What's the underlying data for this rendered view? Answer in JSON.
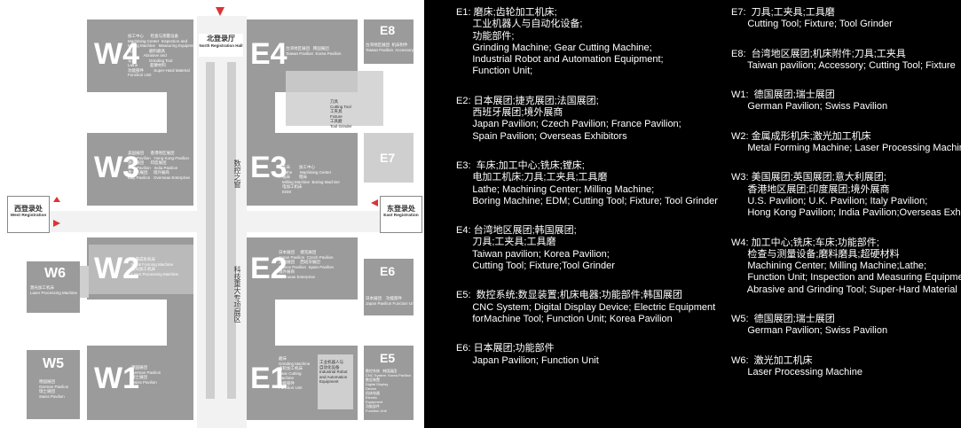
{
  "map": {
    "halls": {
      "W4": "W4",
      "W3": "W3",
      "W2": "W2",
      "W1": "W1",
      "W5": "W5",
      "W6": "W6",
      "E1": "E1",
      "E2": "E2",
      "E3": "E3",
      "E4": "E4",
      "E5": "E5",
      "E6": "E6",
      "E7": "E7",
      "E8": "E8"
    },
    "north_hall": {
      "cn": "北登录厅",
      "en": "North Registration Hall"
    },
    "west_reg": {
      "cn": "西登录处",
      "en": "West Registration"
    },
    "east_reg": {
      "cn": "东登录处",
      "en": "East Registration"
    },
    "vertical_text": {
      "tech": "科技重大专项展区",
      "edu": "数控之窗"
    },
    "small_labels": {
      "w4": "加工中心      检查与测量设备\nMachining Center  Inspection and\nMilling Machine   Measuring Equipment\n铣床            磨料磨具\n              Abrasive and\n车床            Grinding Tool\nLathe           超硬材料\n功能部件         Super-Hard Material\nFunction Unit",
      "w3": "美国展团      香港地区展团\nU.S. Pavilion   Hong Kong Pavilion\n英国展团      印度展团\nU.K. Pavilion   India Pavilion\n意大利展团     境外展商\nItaly Pavilion   Overseas Enterprise",
      "w2": "金属成形机床\nMetal Forming Machine\n激光加工机床\nLaser Processing Machine",
      "w1": "德国展团\nGerman Pavilion\n瑞士展团\nSwiss Pavilion",
      "w5": "德国展团\nGerman Pavilion\n瑞士展团\nSwiss Pavilion",
      "w6": "激光加工机床\nLaser Processing Machine",
      "e4": "台湾地区展团   韩国展团\nTaiwan Pavilion  Korea Pavilion",
      "e4tools": "刀具\nCutting Tool\n工夹具\nFixture\n工具磨\nTool Grinder",
      "e3": "车床        加工中心\nLathe       Machining Center\n铣床        镗床\nMilling Machine  Boring Machine\n电加工机床\nEDM",
      "e2": "日本展团     捷克展团\nJapan Pavilion  Czech Pavilion\n法国展团     西班牙展团\nFrance Pavilion  Spain Pavilion\n境外展商\nOverseas Enterprise",
      "e1": "磨床\nGrinding Machine\n齿轮加工机床\nGear Cutting\nMachine\n功能部件\nFunction Unit",
      "e1b": "工业机器人与\n自动化设备\nIndustrial Robot\nand Automation\nEquipment",
      "e5": "数控系统   韩国展团\nCNC System  Korea Pavilion\n数显装置\nDigital Display\nDevice\n机床电器\nElectric\nEquipment\n功能部件\nFunction Unit",
      "e6": "日本展团    功能部件\nJapan Pavilion Function Unit",
      "e8": "台湾地区展团  机床附件\nTaiwan Pavilion  Accessory"
    }
  },
  "legend": {
    "left": [
      {
        "id": "e1",
        "lines": [
          "E1: 磨床;齿轮加工机床;",
          "      工业机器人与自动化设备;",
          "      功能部件;",
          "      Grinding Machine; Gear Cutting Machine;",
          "      Industrial Robot and Automation Equipment;",
          "      Function Unit;"
        ]
      },
      {
        "id": "e2",
        "lines": [
          "E2: 日本展团;捷克展团;法国展团;",
          "      西班牙展团;境外展商",
          "      Japan Pavilion; Czech Pavilion; France Pavilion;",
          "      Spain Pavilion; Overseas Exhibitors"
        ]
      },
      {
        "id": "e3",
        "lines": [
          "E3:  车床;加工中心;铣床;镗床;",
          "      电加工机床;刀具;工夹具;工具磨",
          "      Lathe; Machining Center; Milling Machine;",
          "      Boring Machine; EDM; Cutting Tool; Fixture; Tool Grinder"
        ]
      },
      {
        "id": "e4",
        "lines": [
          "E4: 台湾地区展团;韩国展团;",
          "      刀具;工夹具;工具磨",
          "      Taiwan pavilion; Korea Pavilion;",
          "      Cutting Tool; Fixture;Tool Grinder"
        ]
      },
      {
        "id": "e5",
        "lines": [
          "E5:  数控系统;数显装置;机床电器;功能部件;韩国展团",
          "      CNC System; Digital Display Device; Electric Equipment",
          "      forMachine Tool; Function Unit; Korea Pavilion"
        ]
      },
      {
        "id": "e6",
        "lines": [
          "E6: 日本展团;功能部件",
          "      Japan Pavilion; Function Unit"
        ]
      }
    ],
    "right": [
      {
        "id": "e7",
        "lines": [
          "E7:  刀具;工夹具;工具磨",
          "      Cutting Tool; Fixture; Tool Grinder"
        ]
      },
      {
        "id": "e8",
        "lines": [
          "E8:  台湾地区展团;机床附件;刀具;工夹具",
          "      Taiwan pavilion; Accessory; Cutting Tool; Fixture"
        ]
      },
      {
        "id": "w1",
        "lines": [
          "W1:  德国展团;瑞士展团",
          "      German Pavilion; Swiss Pavilion"
        ]
      },
      {
        "id": "w2",
        "lines": [
          "W2: 金属成形机床;激光加工机床",
          "      Metal Forming Machine; Laser Processing Machine"
        ]
      },
      {
        "id": "w3",
        "lines": [
          "W3: 美国展团;英国展团;意大利展团;",
          "      香港地区展团;印度展团;境外展商",
          "      U.S. Pavilion; U.K. Pavilion; Italy Pavilion;",
          "      Hong Kong Pavilion; India Pavilion;Overseas Exhibitors"
        ]
      },
      {
        "id": "w4",
        "lines": [
          "W4: 加工中心;铣床;车床;功能部件;",
          "      检查与测量设备;磨料磨具;超硬材料",
          "      Machining Center; Milling Machine;Lathe;",
          "      Function Unit; Inspection and Measuring Equipment;",
          "      Abrasive and Grinding Tool; Super-Hard Material"
        ]
      },
      {
        "id": "w5",
        "lines": [
          "W5:  德国展团;瑞士展团",
          "      German Pavilion; Swiss Pavilion"
        ]
      },
      {
        "id": "w6",
        "lines": [
          "W6:  激光加工机床",
          "      Laser Processing Machine"
        ]
      }
    ]
  }
}
